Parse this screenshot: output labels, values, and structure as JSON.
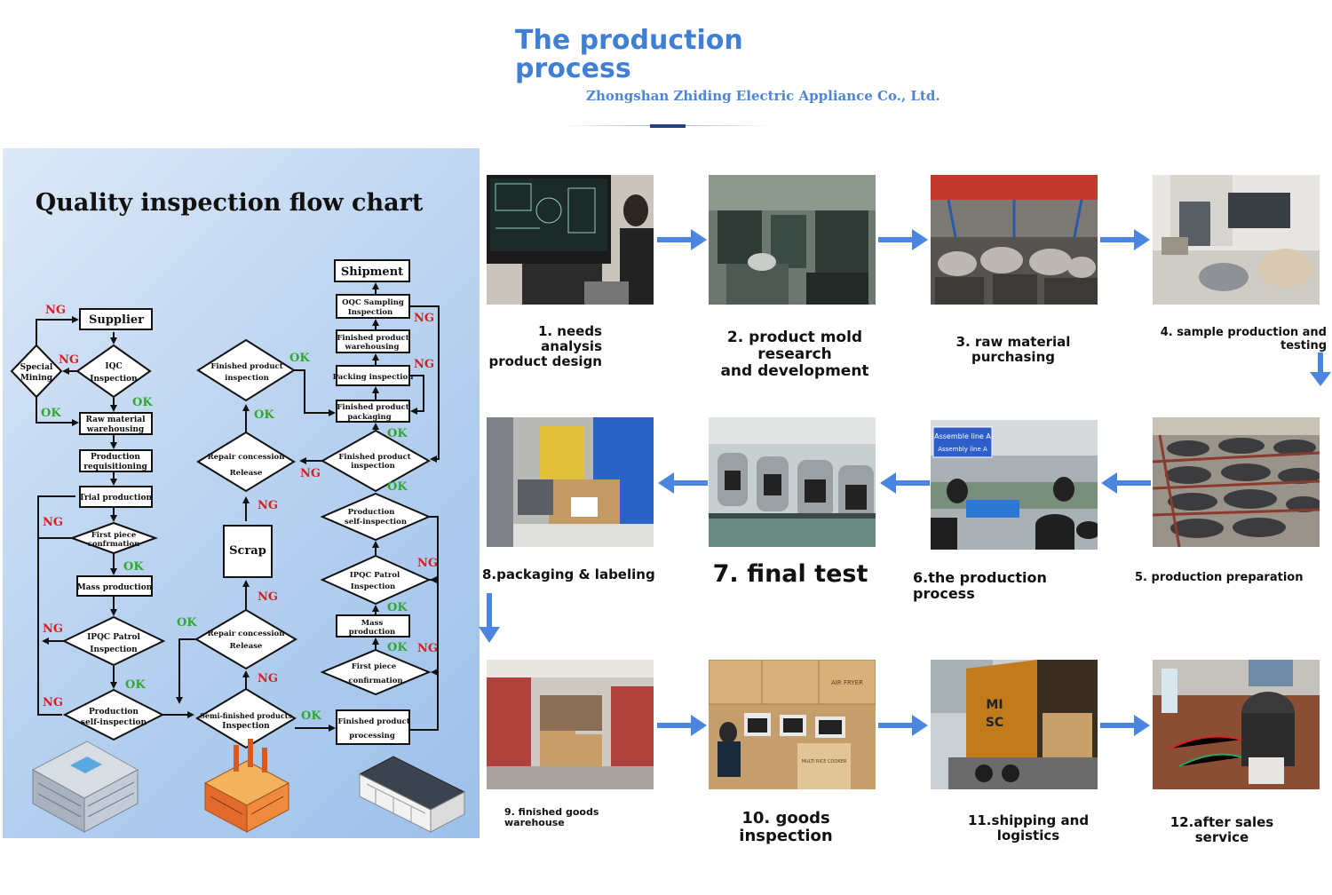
{
  "header": {
    "title": "The production process",
    "subtitle": "Zhongshan Zhiding Electric Appliance Co., Ltd."
  },
  "flowchart": {
    "title": "Quality inspection flow chart",
    "nodes": {
      "supplier": "Supplier",
      "special_mining_1": "Special",
      "special_mining_2": "Mining",
      "iqc_1": "IQC",
      "iqc_2": "Inspection",
      "raw_wh_1": "Raw material",
      "raw_wh_2": "warehousing",
      "prod_req_1": "Production",
      "prod_req_2": "requisitioning",
      "trial": "Trial production",
      "first_conf_1": "First piece",
      "first_conf_2": "confrmation",
      "mass_left": "Mass production",
      "ipqc_left_1": "IPQC Patrol",
      "ipqc_left_2": "Inspection",
      "self_left_1": "Production",
      "self_left_2": "self-inspection",
      "semi_1": "Semi-finished products",
      "semi_2": "Inspection",
      "repair_low_1": "Repair concession",
      "repair_low_2": "Release",
      "scrap": "Scrap",
      "repair_up_1": "Repair concession",
      "repair_up_2": "Release",
      "fp_insp_mid_1": "Finished product",
      "fp_insp_mid_2": "inspection",
      "shipment": "Shipment",
      "oqc_1": "OQC Sampling",
      "oqc_2": "Inspection",
      "fp_wh_1": "Finished product",
      "fp_wh_2": "warehousing",
      "packing": "Packing inspection",
      "fp_pack_1": "Finished product",
      "fp_pack_2": "packaging",
      "fp_insp_r_1": "Finished product",
      "fp_insp_r_2": "inspection",
      "self_r_1": "Production",
      "self_r_2": "self-inspection",
      "ipqc_r_1": "IPQC Patrol",
      "ipqc_r_2": "Inspection",
      "mass_r_1": "Mass",
      "mass_r_2": "production",
      "first_r_1": "First piece",
      "first_r_2": "confirmation",
      "fp_proc_1": "Finished product",
      "fp_proc_2": "processing"
    },
    "ok_label": "OK",
    "ng_label": "NG",
    "colors": {
      "ok": "#2fa82f",
      "ng": "#d42020"
    }
  },
  "steps": [
    {
      "n": 1,
      "label": "1. needs\nanalysis\nproduct design"
    },
    {
      "n": 2,
      "label": "2. product mold research\nand development"
    },
    {
      "n": 3,
      "label": "3. raw material purchasing"
    },
    {
      "n": 4,
      "label": "4. sample production and\ntesting"
    },
    {
      "n": 5,
      "label": "5. production preparation"
    },
    {
      "n": 6,
      "label": "6.the production process"
    },
    {
      "n": 7,
      "label": "7. final test"
    },
    {
      "n": 8,
      "label": "8.packaging & labeling"
    },
    {
      "n": 9,
      "label": "9. finished goods\nwarehouse"
    },
    {
      "n": 10,
      "label": "10. goods inspection"
    },
    {
      "n": 11,
      "label": "11.shipping and logistics"
    },
    {
      "n": 12,
      "label": "12.after sales service"
    }
  ],
  "photo_texts": {
    "assembly_sign_1": "Assemble line A",
    "assembly_sign_2": "Assembly line A",
    "container_1": "MI",
    "container_2": "SC",
    "box_1": "AIR FRYER",
    "box_2": "MULTI RICE COOKER"
  },
  "colors": {
    "accent": "#3f7fd6",
    "arrow": "#4a86e0",
    "dark_rule": "#27407a"
  }
}
